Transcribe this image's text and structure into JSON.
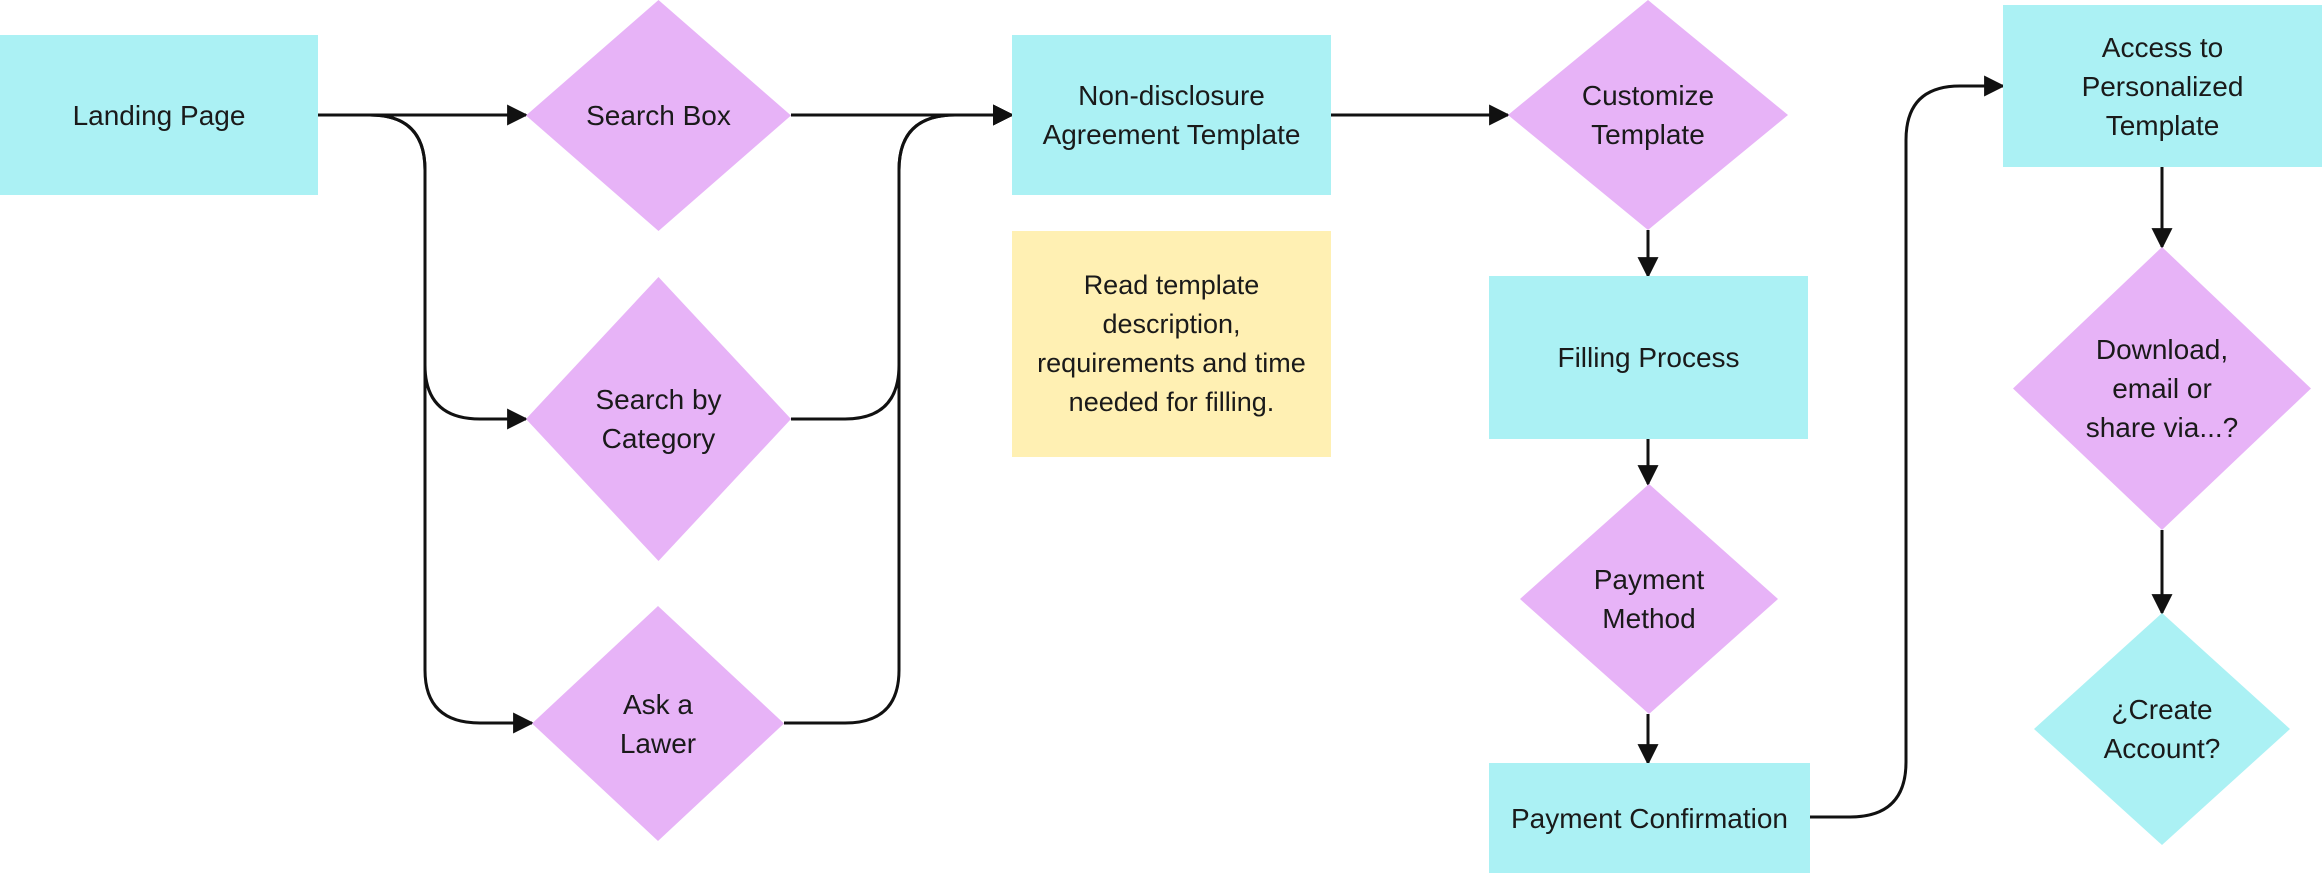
{
  "colors": {
    "process": "#abf1f4",
    "decision": "#e7b3f7",
    "note": "#fff0b3",
    "edge": "#111111"
  },
  "nodes": {
    "landing_page": "Landing Page",
    "search_box": "Search Box",
    "search_by_category": "Search by\nCategory",
    "ask_a_lawer": "Ask a\nLawer",
    "nda_template": "Non-disclosure\nAgreement Template",
    "template_note": "Read template\ndescription,\nrequirements and time\nneeded for filling.",
    "customize_template": "Customize\nTemplate",
    "filling_process": "Filling Process",
    "payment_method": "Payment\nMethod",
    "payment_confirmation": "Payment Confirmation",
    "access_personalized_template": "Access to\nPersonalized\nTemplate",
    "download_email_share": "Download,\nemail or\nshare via...?",
    "create_account": "¿Create\nAccount?"
  }
}
